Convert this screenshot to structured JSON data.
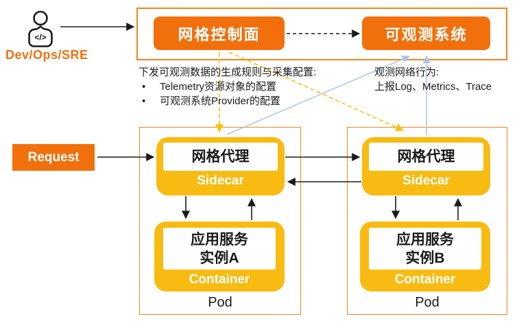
{
  "diagram": {
    "actor": {
      "label": "Dev/Ops/SRE"
    },
    "control_plane": {
      "label": "网格控制面"
    },
    "observability_system": {
      "label": "可观测系统"
    },
    "request": {
      "label": "Request"
    },
    "annotations": {
      "config": {
        "heading": "下发可观测数据的生成规则与采集配置:",
        "bullet": "•",
        "items": [
          "Telemetry资源对象的配置",
          "可观测系统Provider的配置"
        ]
      },
      "observe": {
        "heading": "观测网络行为:",
        "detail": "上报Log、Metrics、Trace"
      }
    },
    "pods": [
      {
        "proxy_label": "网格代理",
        "proxy_role": "Sidecar",
        "app_name_line1": "应用服务",
        "app_name_line2": "实例A",
        "app_role": "Container",
        "pod_label": "Pod"
      },
      {
        "proxy_label": "网格代理",
        "proxy_role": "Sidecar",
        "app_name_line1": "应用服务",
        "app_name_line2": "实例B",
        "app_role": "Container",
        "pod_label": "Pod"
      }
    ],
    "icons": {
      "actor_icon": "developer-person-icon",
      "actor_badge": "</>"
    },
    "colors": {
      "orange": "#F2700C",
      "yellow": "#F8BB11",
      "box_border": "#F08519",
      "blue_arrow": "#A9C7E9",
      "yellow_arrow": "#FFC000",
      "text_black": "#1A1A1A"
    }
  }
}
